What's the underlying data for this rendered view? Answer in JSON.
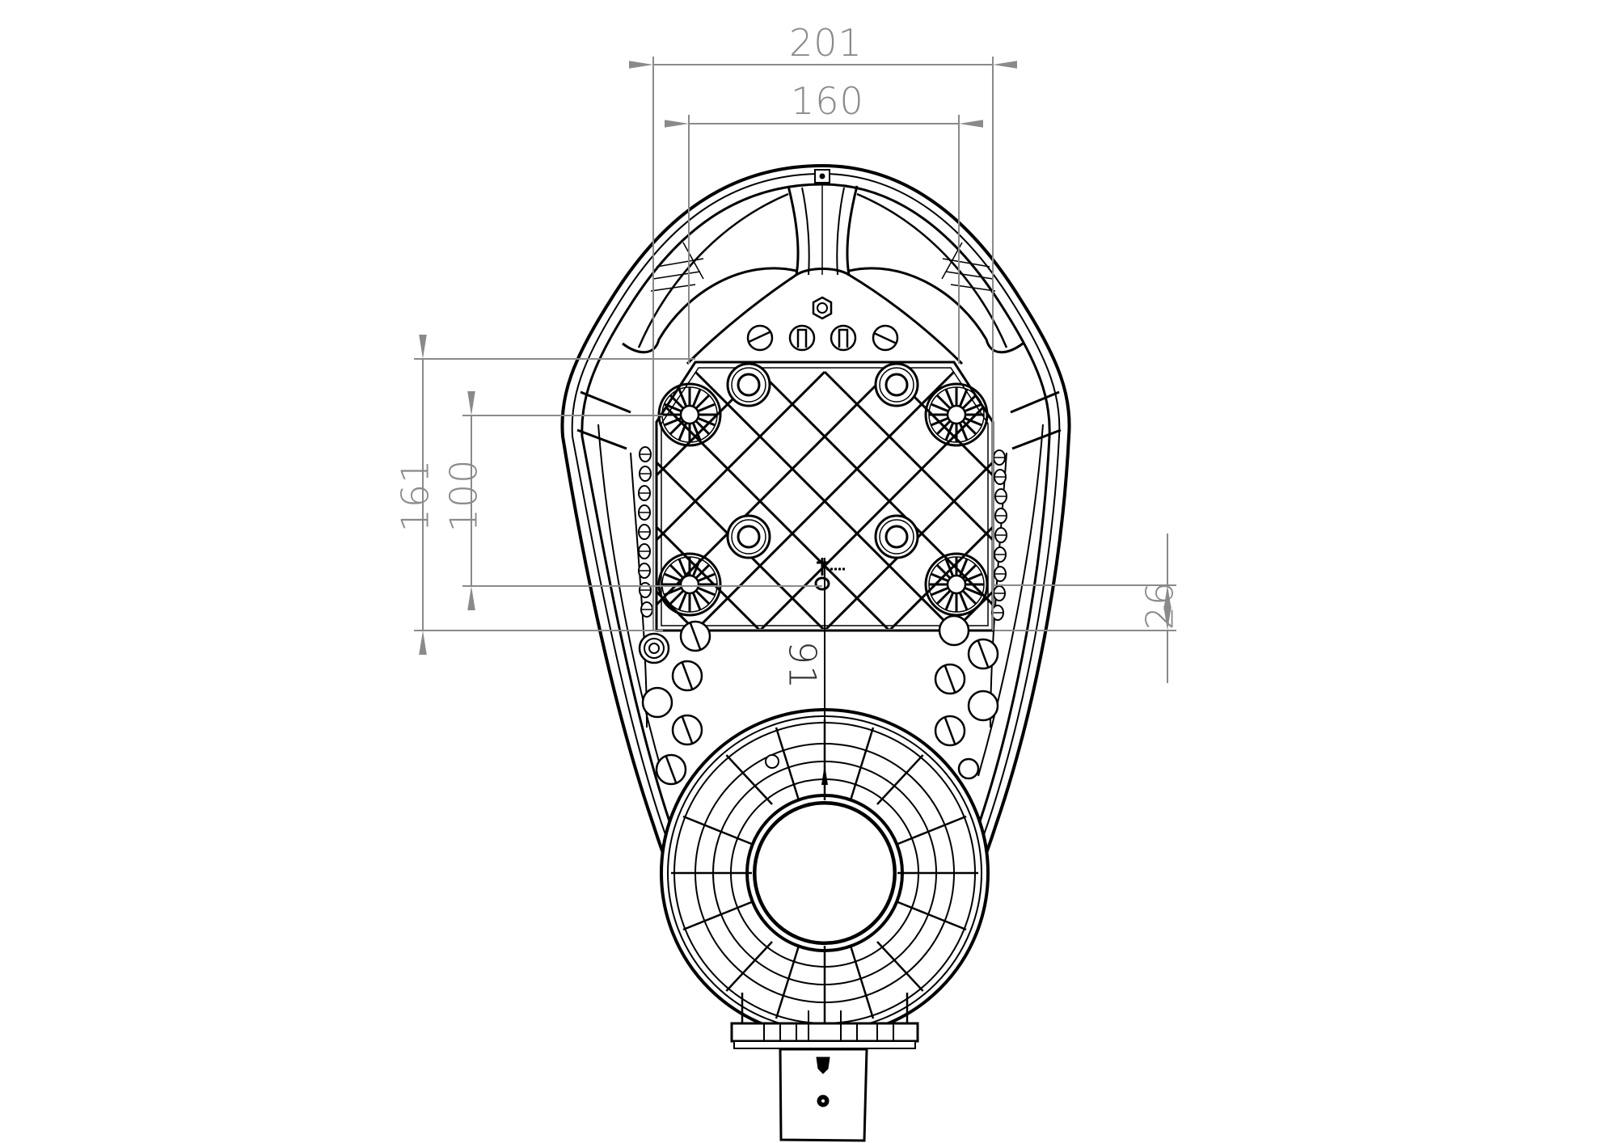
{
  "drawing": {
    "title": "Street light luminaire - bottom view dimension drawing",
    "units": "mm",
    "line_color": "#000000",
    "dimension_color": "#8a8a8a",
    "background": "#ffffff"
  },
  "dimensions": {
    "overall_width": {
      "label": "201",
      "orientation": "horizontal"
    },
    "plate_width": {
      "label": "160",
      "orientation": "horizontal"
    },
    "overall_plate_height": {
      "label": "161",
      "orientation": "vertical"
    },
    "plate_hole_spacing": {
      "label": "100",
      "orientation": "vertical"
    },
    "offset_small": {
      "label": "26",
      "orientation": "vertical"
    },
    "center_to_mount": {
      "label": "91",
      "orientation": "vertical"
    }
  },
  "components": {
    "housing": "teardrop-shaped luminaire housing",
    "led_plate": "rectangular lattice mounting plate with 4 round bosses and 4 spoked feet",
    "cable_gland_holes": "row of small circular vent holes on both sides",
    "pole_entry": "circular ribbed spigot ring",
    "mount_stem": "rectangular mounting bracket with bolt hole"
  }
}
